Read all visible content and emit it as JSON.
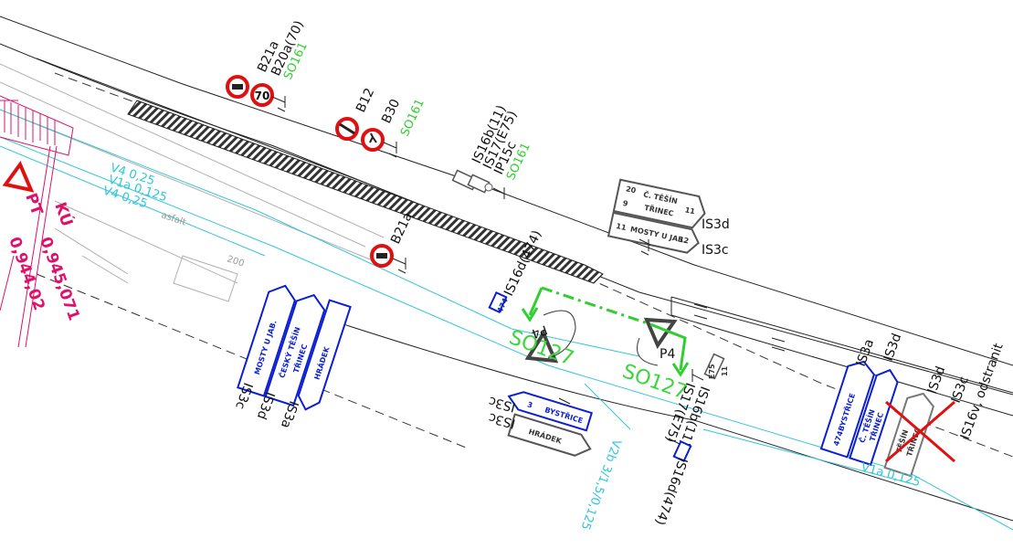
{
  "drawing": {
    "colors": {
      "road_line": "#222222",
      "cyan_line": "#35c6d6",
      "green": "#2fcf2f",
      "red": "#e0106a",
      "blue_sign": "#0b1fd0",
      "grey": "#a9a9a9",
      "sign_red": "#e01010"
    },
    "labels": {
      "b21a_top": "B21a",
      "b20a_70": "B20a(70)",
      "so161_a": "SO161",
      "b12": "B12",
      "b30": "B30",
      "so161_b": "SO161",
      "is16b_11": "IS16b(11)",
      "is17_e75": "IS17(E75)",
      "ip15c": "IP15c",
      "so161_c": "SO161",
      "b21a_mid": "B21a",
      "is16d_474_top": "IS16d(474)",
      "is3d_right": "IS3d",
      "is3c_right": "IS3c",
      "p4_left": "P4",
      "p4_right": "P4",
      "so127_left": "SO127",
      "so127_right": "SO127",
      "is16b_is17_bottom": "IS16b(11)\nIS17(E75)",
      "is16b_11_b": "IS16b(11)",
      "is17_e75_b": "IS17(E75)",
      "is16d_474_bottom": "IS16d(474)",
      "is3c_left": "IS3c",
      "is3d_left": "IS3d",
      "is3a_left": "IS3a",
      "is3c_mid_a": "IS3c",
      "is3c_mid_b": "IS3c",
      "v2b": "V2b 3/1,5/0,125",
      "is3a_r": "IS3a",
      "is3d_r": "IS3d",
      "is3d_rr": "IS3d",
      "is3c_rr": "IS3c",
      "is16v_odstranit": "IS16v, odstranit",
      "v1a_0125_bottom": "V1a  0,125",
      "v4_025_a": "V4  0,25",
      "v1a_0125_left": "V1a  0,125",
      "v4_025_b": "V4  0,25",
      "asfalt": "asfalt",
      "pt": "PT",
      "ku": "KÚ",
      "km_945071": "0,945,071",
      "km_944": "0,944,02",
      "num_200": "200",
      "sign_70": "70",
      "sign_474": "474"
    },
    "direction_signs": {
      "cesky_tesin_top": "Č. TĚŠÍN",
      "trinec_top": "TŘINEC",
      "num_20": "20",
      "num_9": "9",
      "num_11a": "11",
      "num_11b": "11",
      "num_12": "12",
      "mosty_top": "MOSTY U JAB.",
      "mosty_left": "MOSTY U JAB.",
      "cesky_tesin_left": "ČESKÝ TĚŠÍN",
      "trinec_left": "TŘINEC",
      "hradek_left": "HRÁDEK",
      "bystrice": "BYSTŘICE",
      "hradek_mid": "HRÁDEK",
      "num_474": "474",
      "bystrice_r": "BYSTŘICE",
      "c_tesin_r": "Č. TĚŠÍN",
      "trinec_r": "TŘINEC",
      "tesin_removed": "TĚŠÍN",
      "trinec_removed": "TŘINEC",
      "num_3": "3",
      "num_E75": "E75",
      "num_11c": "11"
    }
  }
}
